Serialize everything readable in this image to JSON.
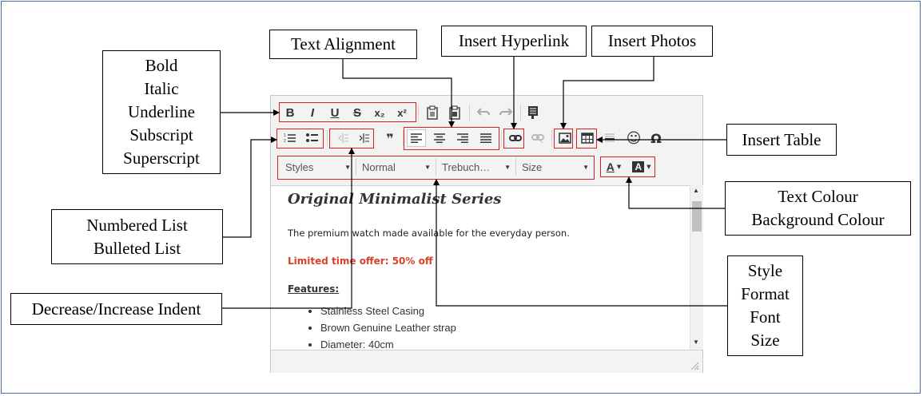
{
  "callouts": {
    "text_alignment": "Text Alignment",
    "insert_hyperlink": "Insert Hyperlink",
    "insert_photos": "Insert Photos",
    "insert_table": "Insert Table",
    "formatting": [
      "Bold",
      "Italic",
      "Underline",
      "Subscript",
      "Superscript"
    ],
    "lists": [
      "Numbered List",
      "Bulleted List"
    ],
    "indent": "Decrease/Increase Indent",
    "colours": [
      "Text Colour",
      "Background Colour"
    ],
    "style_group": [
      "Style",
      "Format",
      "Font",
      "Size"
    ]
  },
  "editor": {
    "dropdowns": {
      "styles": "Styles",
      "format": "Normal",
      "font": "Trebuch…",
      "size": "Size"
    },
    "content": {
      "heading": "Original Minimalist Series",
      "intro": "The premium watch made available for the everyday person.",
      "offer": "Limited time offer: 50% off",
      "offer_color": "#d9412b",
      "features_label": "Features:",
      "features": [
        "Stainless Steel Casing",
        "Brown Genuine Leather strap",
        "Diameter: 40cm"
      ]
    },
    "toolbar_icons": {
      "row1": [
        "bold-icon",
        "italic-icon",
        "underline-icon",
        "strikethrough-icon",
        "subscript-icon",
        "superscript-icon",
        "paste-icon",
        "paste-word-icon",
        "undo-icon",
        "redo-icon",
        "source-icon"
      ],
      "row2": [
        "numbered-list-icon",
        "bulleted-list-icon",
        "decrease-indent-icon",
        "increase-indent-icon",
        "blockquote-icon",
        "align-left-icon",
        "align-center-icon",
        "align-right-icon",
        "justify-icon",
        "link-icon",
        "unlink-icon",
        "image-icon",
        "table-icon",
        "horizontal-rule-icon",
        "smiley-icon",
        "special-char-icon"
      ],
      "row3": [
        "text-color-icon",
        "background-color-icon"
      ]
    },
    "glyphs": {
      "bold": "B",
      "italic": "I",
      "underline": "U",
      "strike": "S",
      "sub": "x₂",
      "sup": "x²",
      "quote": "❞",
      "omega": "Ω",
      "smiley": "☺",
      "text_color": "A",
      "bg_color": "A",
      "scroll_up": "▲",
      "scroll_down": "▼"
    }
  }
}
